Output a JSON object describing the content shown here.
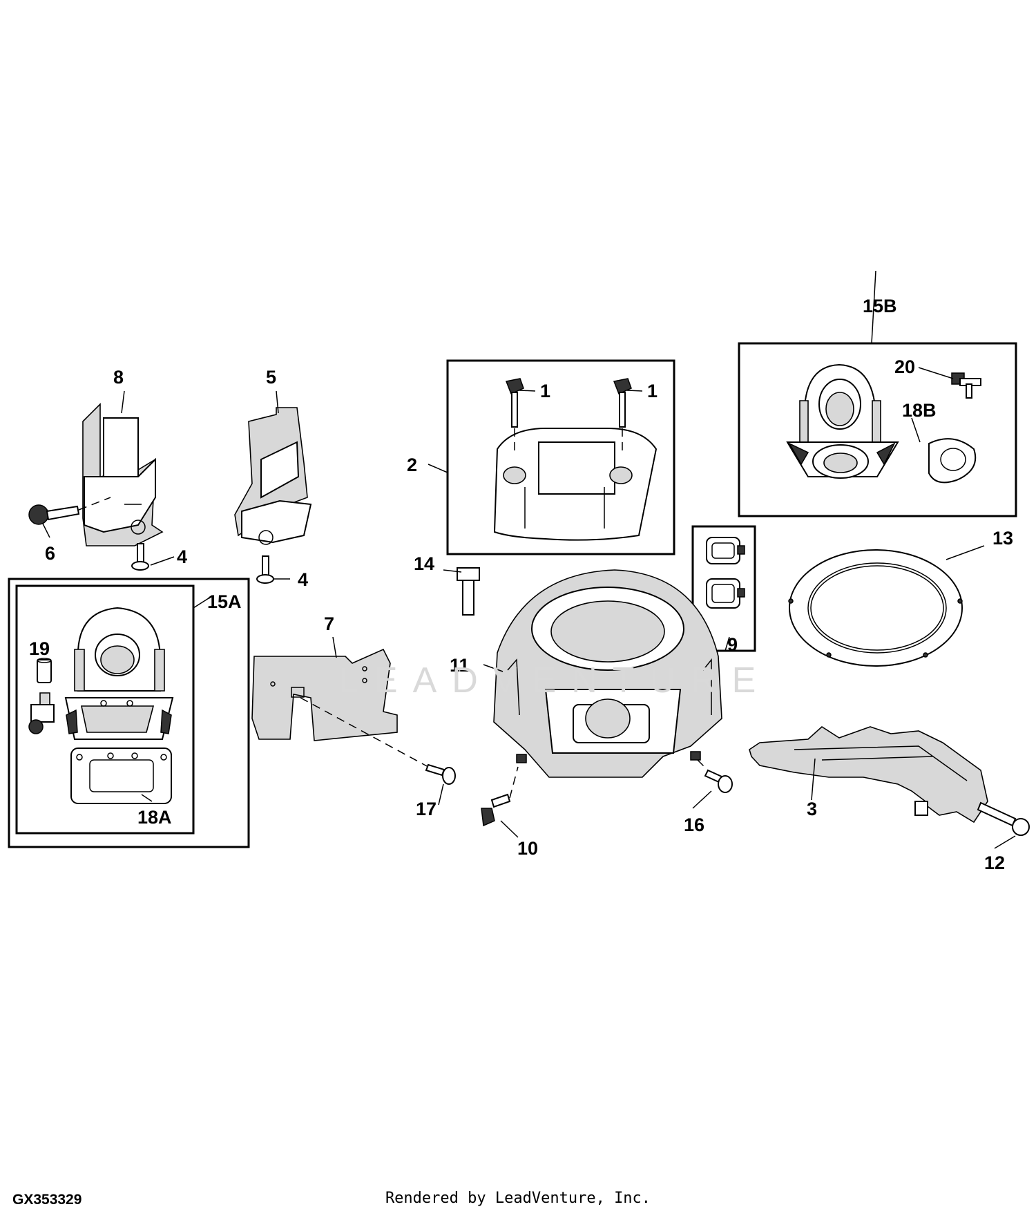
{
  "figure_id": "GX353329",
  "footer": "Rendered by LeadVenture, Inc.",
  "watermark": "LEADVENTURE",
  "callouts": {
    "c1a": "1",
    "c1b": "1",
    "c2": "2",
    "c3": "3",
    "c4a": "4",
    "c4b": "4",
    "c5": "5",
    "c6": "6",
    "c7": "7",
    "c8": "8",
    "c9": "9",
    "c10": "10",
    "c11": "11",
    "c12": "12",
    "c13": "13",
    "c14": "14",
    "c15a": "15A",
    "c15b": "15B",
    "c16": "16",
    "c17": "17",
    "c18a": "18A",
    "c18b": "18B",
    "c19": "19",
    "c20": "20"
  }
}
